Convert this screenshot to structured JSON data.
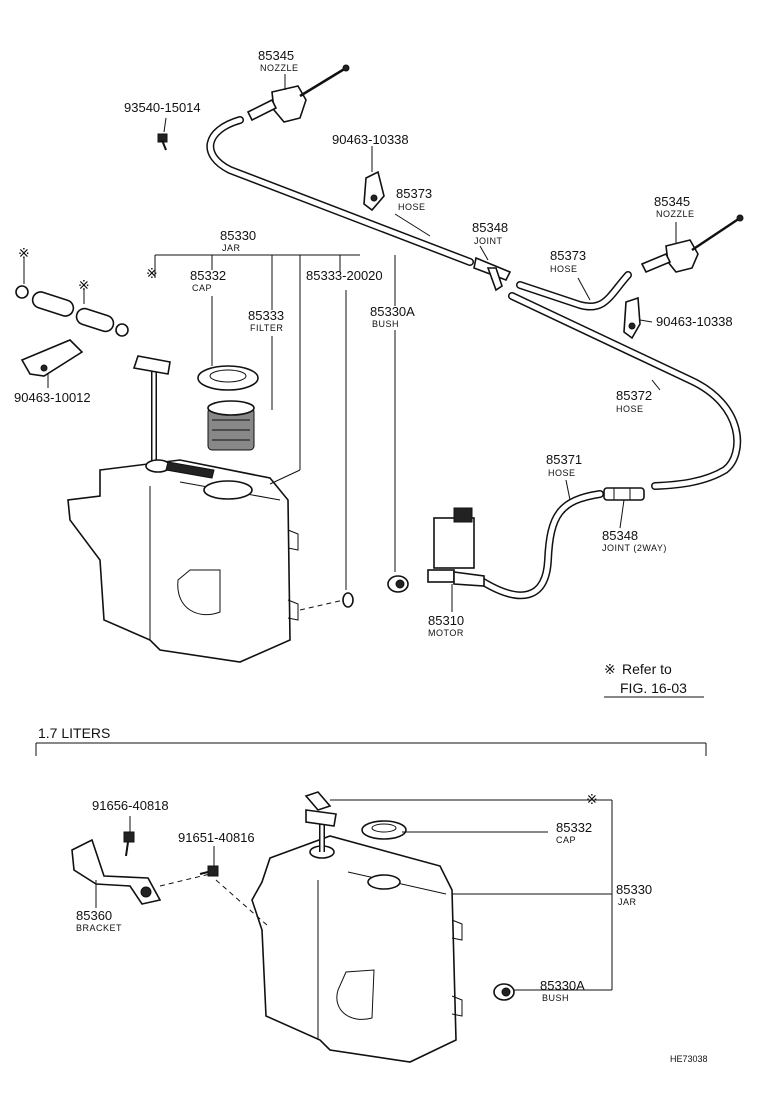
{
  "labels": {
    "nozzle_top": {
      "part": "85345",
      "desc": "NOZZLE"
    },
    "screw_top": {
      "part": "93540-15014"
    },
    "clamp_top": {
      "part": "90463-10338"
    },
    "hose_upper": {
      "part": "85373",
      "desc": "HOSE"
    },
    "joint": {
      "part": "85348",
      "desc": "JOINT"
    },
    "nozzle_right": {
      "part": "85345",
      "desc": "NOZZLE"
    },
    "hose_right": {
      "part": "85373",
      "desc": "HOSE"
    },
    "clamp_right": {
      "part": "90463-10338"
    },
    "hose_long": {
      "part": "85372",
      "desc": "HOSE"
    },
    "hose_motor": {
      "part": "85371",
      "desc": "HOSE"
    },
    "joint_2way": {
      "part": "85348",
      "desc": "JOINT (2WAY)"
    },
    "motor": {
      "part": "85310",
      "desc": "MOTOR"
    },
    "jar": {
      "part": "85330",
      "desc": "JAR"
    },
    "cap": {
      "part": "85332",
      "desc": "CAP"
    },
    "filter": {
      "part": "85333",
      "desc": "FILTER"
    },
    "grommet": {
      "part": "85333-20020"
    },
    "bush": {
      "part": "85330A",
      "desc": "BUSH"
    },
    "clamp_left": {
      "part": "90463-10012"
    },
    "screw_a": {
      "part": "91656-40818"
    },
    "screw_b": {
      "part": "91651-40816"
    },
    "bracket": {
      "part": "85360",
      "desc": "BRACKET"
    },
    "cap_b": {
      "part": "85332",
      "desc": "CAP"
    },
    "jar_b": {
      "part": "85330",
      "desc": "JAR"
    },
    "bush_b": {
      "part": "85330A",
      "desc": "BUSH"
    }
  },
  "refer_note": {
    "symbol": "※",
    "line1": "Refer to",
    "line2": "FIG. 16-03"
  },
  "section": {
    "title": "1.7 LITERS"
  },
  "figure_code": "HE73038"
}
